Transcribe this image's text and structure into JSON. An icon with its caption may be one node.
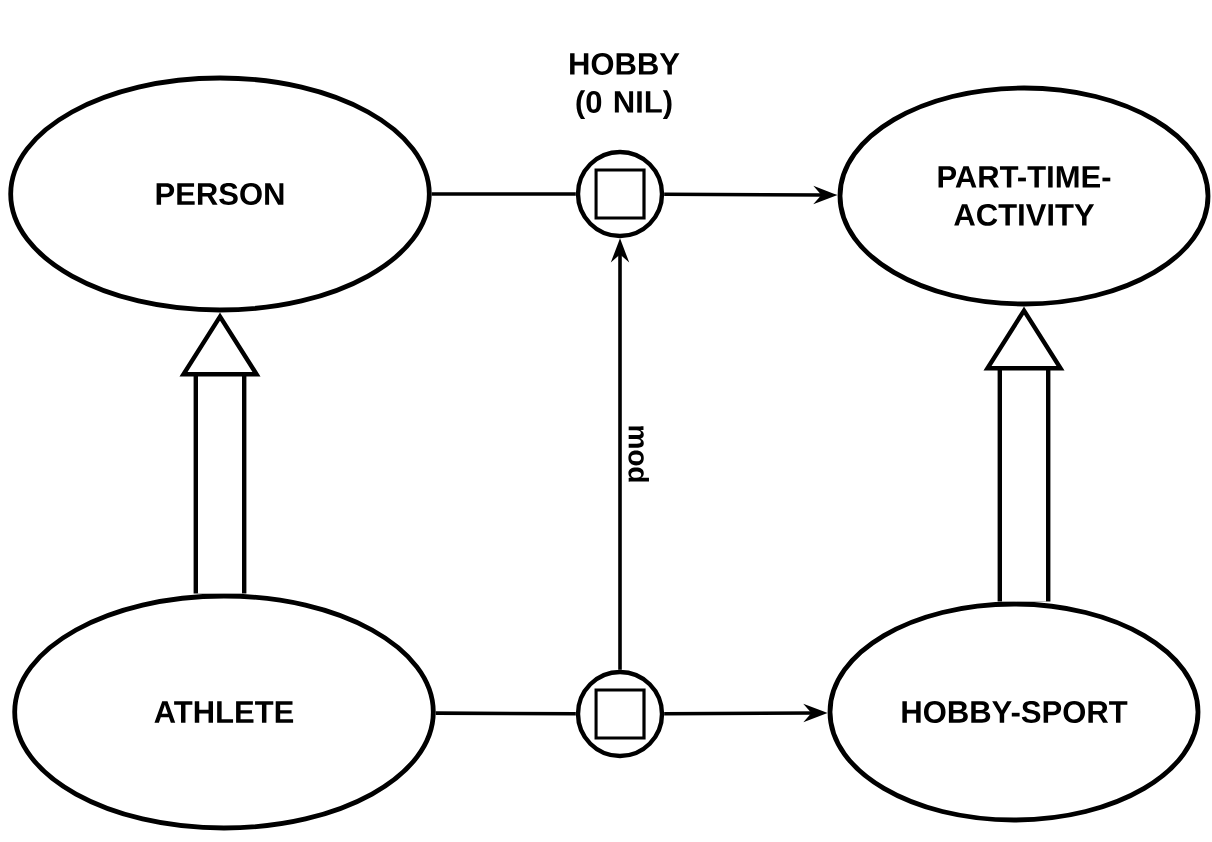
{
  "diagram": {
    "nodes": [
      {
        "text": [
          "PERSON"
        ]
      },
      {
        "text": [],
        "shape": "circle",
        "beside": [
          "HOBBY (0 NIL)"
        ]
      },
      {
        "text": [
          "PART-TIME-ACTIVITY"
        ]
      },
      {
        "text": [
          "ATHLETE"
        ]
      },
      {
        "text": [],
        "shape": "circle"
      },
      {
        "text": [
          "HOBBY-SPORT"
        ]
      }
    ],
    "edges": [
      {
        "from": 0,
        "to": 1,
        "arrow": "none"
      },
      {
        "from": 1,
        "to": 2,
        "arrow": "to"
      },
      {
        "from": 3,
        "to": 0,
        "arrow": "to",
        "style": "thick"
      },
      {
        "from": 5,
        "to": 2,
        "arrow": "to",
        "style": "thick"
      },
      {
        "from": 3,
        "to": 4,
        "arrow": "none"
      },
      {
        "from": 4,
        "to": 5,
        "arrow": "to"
      },
      {
        "from": 4,
        "to": 1,
        "arrow": "to",
        "label": "mod"
      }
    ]
  }
}
